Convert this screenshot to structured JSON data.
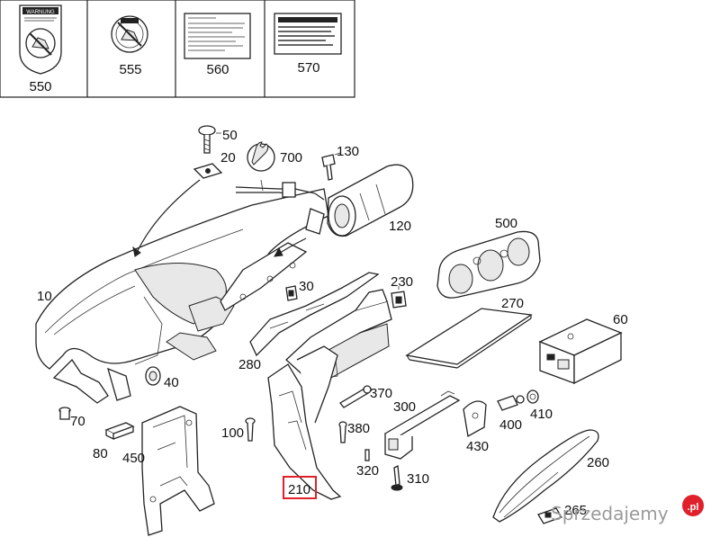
{
  "labels_table": [
    {
      "id": "550",
      "text": "550"
    },
    {
      "id": "555",
      "text": "555"
    },
    {
      "id": "560",
      "text": "560"
    },
    {
      "id": "570",
      "text": "570"
    }
  ],
  "labels_parts": {
    "p50": "50",
    "p20": "20",
    "p700": "700",
    "p130": "130",
    "p120": "120",
    "p10": "10",
    "p500": "500",
    "p230": "230",
    "p30": "30",
    "p270": "270",
    "p60": "60",
    "p280": "280",
    "p40": "40",
    "p370": "370",
    "p300": "300",
    "p70": "70",
    "p380": "380",
    "p400": "400",
    "p410": "410",
    "p100": "100",
    "p80": "80",
    "p450": "450",
    "p430": "430",
    "p320": "320",
    "p310": "310",
    "p260": "260",
    "p210": "210",
    "p265": "265"
  },
  "warning_label": "WARNUNG",
  "highlight": {
    "color": "#e0202a",
    "part": "210"
  },
  "watermark": {
    "text": "Sprzedajemy",
    "suffix": ".pl",
    "badge_color": "#e0202a"
  }
}
